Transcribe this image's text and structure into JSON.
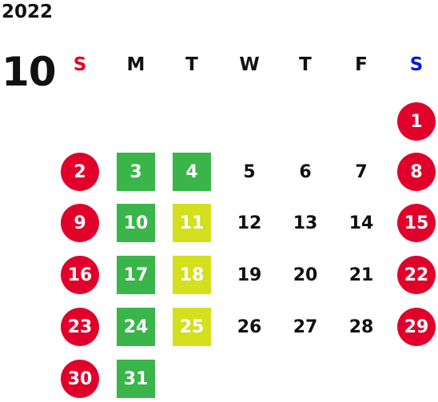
{
  "year": "2022",
  "month": "10",
  "weekdays": [
    {
      "label": "S",
      "color": "#e60020"
    },
    {
      "label": "M",
      "color": "#111111"
    },
    {
      "label": "T",
      "color": "#111111"
    },
    {
      "label": "W",
      "color": "#111111"
    },
    {
      "label": "T",
      "color": "#111111"
    },
    {
      "label": "F",
      "color": "#111111"
    },
    {
      "label": "S",
      "color": "#0b19d6"
    }
  ],
  "colors": {
    "holiday": "#e0002a",
    "green": "#3ab54a",
    "lime": "#d4df1e"
  },
  "weeks": [
    [
      null,
      null,
      null,
      null,
      null,
      null,
      {
        "day": "1",
        "style": "holiday"
      }
    ],
    [
      {
        "day": "2",
        "style": "holiday"
      },
      {
        "day": "3",
        "style": "green"
      },
      {
        "day": "4",
        "style": "green"
      },
      {
        "day": "5",
        "style": "plain"
      },
      {
        "day": "6",
        "style": "plain"
      },
      {
        "day": "7",
        "style": "plain"
      },
      {
        "day": "8",
        "style": "holiday"
      }
    ],
    [
      {
        "day": "9",
        "style": "holiday"
      },
      {
        "day": "10",
        "style": "green"
      },
      {
        "day": "11",
        "style": "lime"
      },
      {
        "day": "12",
        "style": "plain"
      },
      {
        "day": "13",
        "style": "plain"
      },
      {
        "day": "14",
        "style": "plain"
      },
      {
        "day": "15",
        "style": "holiday"
      }
    ],
    [
      {
        "day": "16",
        "style": "holiday"
      },
      {
        "day": "17",
        "style": "green"
      },
      {
        "day": "18",
        "style": "lime"
      },
      {
        "day": "19",
        "style": "plain"
      },
      {
        "day": "20",
        "style": "plain"
      },
      {
        "day": "21",
        "style": "plain"
      },
      {
        "day": "22",
        "style": "holiday"
      }
    ],
    [
      {
        "day": "23",
        "style": "holiday"
      },
      {
        "day": "24",
        "style": "green"
      },
      {
        "day": "25",
        "style": "lime"
      },
      {
        "day": "26",
        "style": "plain"
      },
      {
        "day": "27",
        "style": "plain"
      },
      {
        "day": "28",
        "style": "plain"
      },
      {
        "day": "29",
        "style": "holiday"
      }
    ],
    [
      {
        "day": "30",
        "style": "holiday"
      },
      {
        "day": "31",
        "style": "green"
      },
      null,
      null,
      null,
      null,
      null
    ]
  ]
}
